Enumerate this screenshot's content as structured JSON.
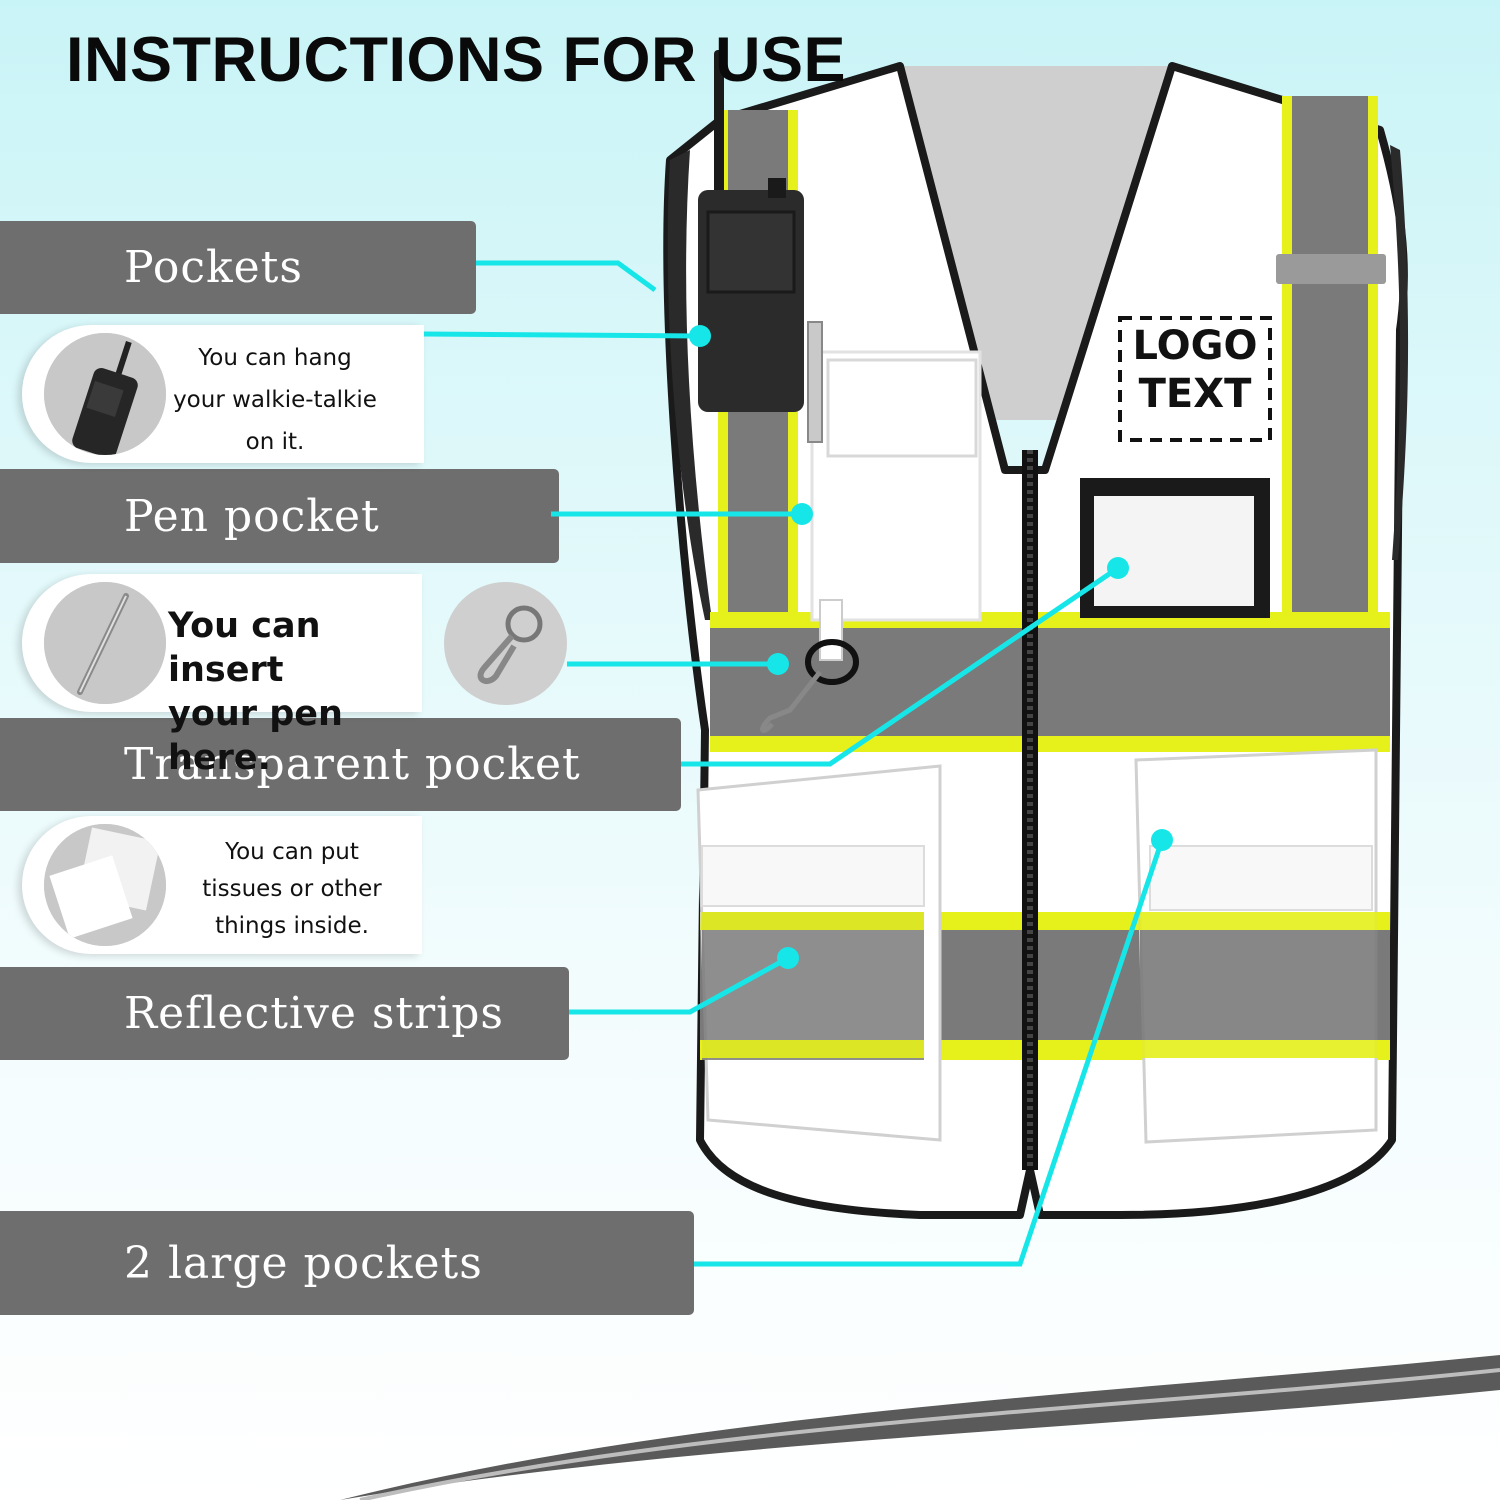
{
  "title": "INSTRUCTIONS FOR USE",
  "labels": {
    "pockets": "Pockets",
    "pen_pocket": "Pen pocket",
    "transparent_pocket": "Transparent pocket",
    "reflective_strips": "Reflective strips",
    "large_pockets": "2 large pockets"
  },
  "cards": {
    "walkie": [
      "You can hang",
      "your walkie-talkie",
      "on it."
    ],
    "pen": [
      "You can insert",
      "your pen here."
    ],
    "tissues": [
      "You can put",
      "tissues or other",
      "things inside."
    ]
  },
  "logo": {
    "line1": "LOGO",
    "line2": "TEXT"
  },
  "colors": {
    "label_bg": "#6e6e6e",
    "callout_line": "#17e6e8",
    "reflective_gray": "#7a7a7a",
    "trim_yellow": "#e6f01a"
  }
}
